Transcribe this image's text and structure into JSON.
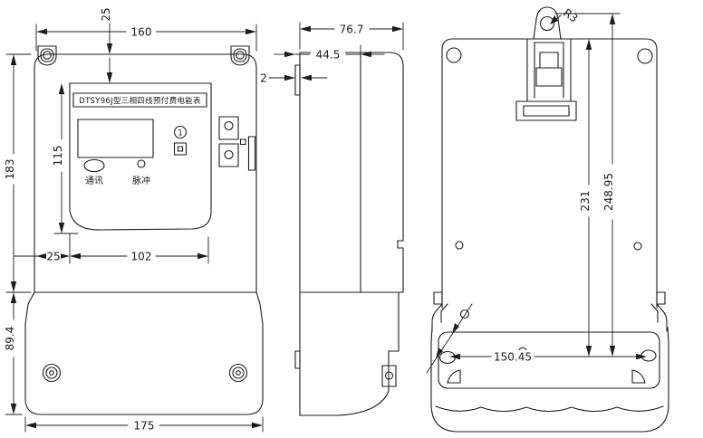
{
  "nameplate": {
    "title": "DTSY96J型三相四线预付费电能表"
  },
  "panel": {
    "comm_label": "通讯",
    "pulse_label": "脉冲",
    "round_button_label": "1"
  },
  "front": {
    "dims": {
      "top_inset": "25",
      "body_width": "160",
      "body_height": "183",
      "panel_height": "115",
      "panel_left_inset": "25",
      "panel_width": "102",
      "cover_height": "89.4",
      "overall_width": "175"
    }
  },
  "side": {
    "dims": {
      "overall_depth": "76.7",
      "body_depth": "44.5",
      "flange_thickness": "2"
    }
  },
  "back": {
    "dims": {
      "hanger_hole_radius": "R3",
      "mount_span_height": "231",
      "overall_mount_height": "248.95",
      "mount_hole_spacing": "150.45",
      "hole_callout_symbol": "diameter-circle"
    }
  },
  "colors": {
    "line": "#1c1c1c",
    "background": "#ffffff"
  }
}
